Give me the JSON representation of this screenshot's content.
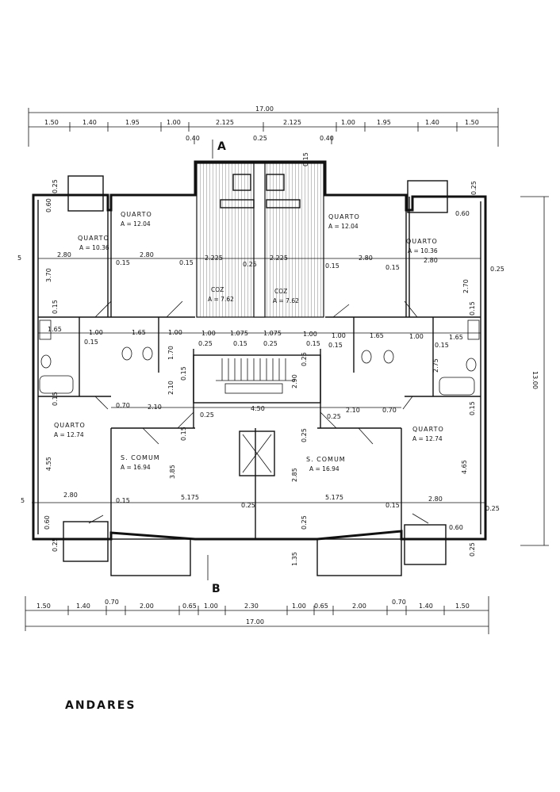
{
  "drawing": {
    "title": "ANDARES",
    "section_a": "A",
    "section_b": "B"
  },
  "dimensions": {
    "top_total": "17.00",
    "top_chain": [
      "1.50",
      "1.40",
      "1.95",
      "1.00",
      "2.125",
      "2.125",
      "1.00",
      "1.95",
      "1.40",
      "1.50"
    ],
    "top_small": [
      "0.40",
      "0.25",
      "0.40"
    ],
    "bottom_total": "17.00",
    "bottom_chain": [
      "1.50",
      "1.40",
      "0.70",
      "2.00",
      "0.65",
      "1.00",
      "2.30",
      "1.00",
      "0.65",
      "2.00",
      "0.70",
      "1.40",
      "1.50"
    ],
    "right_total": "13.00"
  },
  "rooms": {
    "quarto_tl": {
      "name": "QUARTO",
      "area": "A = 10.36"
    },
    "quarto_tc": {
      "name": "QUARTO",
      "area": "A = 12.04"
    },
    "quarto_trc": {
      "name": "QUARTO",
      "area": "A = 12.04"
    },
    "quarto_tr": {
      "name": "QUARTO",
      "area": "A = 10.36"
    },
    "quarto_bl": {
      "name": "QUARTO",
      "area": "A = 12.74"
    },
    "quarto_br": {
      "name": "QUARTO",
      "area": "A = 12.74"
    },
    "sala_l": {
      "name": "S. COMUM",
      "area": "A = 16.94"
    },
    "sala_r": {
      "name": "S. COMUM",
      "area": "A = 16.94"
    },
    "coz_l": {
      "name": "COZ",
      "area": "A = 7.62"
    },
    "coz_r": {
      "name": "COZ",
      "area": "A = 7.62"
    }
  },
  "inner_dims": {
    "w280": "2.80",
    "w2225": "2.225",
    "v370": "3.70",
    "v270": "2.70",
    "w100": "1.00",
    "w165": "1.65",
    "w1075": "1.075",
    "v170": "1.70",
    "v210": "2.10",
    "w210": "2.10",
    "w450": "4.50",
    "v290": "2.90",
    "v385": "3.85",
    "v285": "2.85",
    "w5175": "5.175",
    "v455": "4.55",
    "v465": "4.65",
    "v275": "2.75",
    "v135": "1.35",
    "p015": "0.15",
    "p025": "0.25",
    "p060": "0.60",
    "p070": "0.70",
    "p05": "5"
  }
}
